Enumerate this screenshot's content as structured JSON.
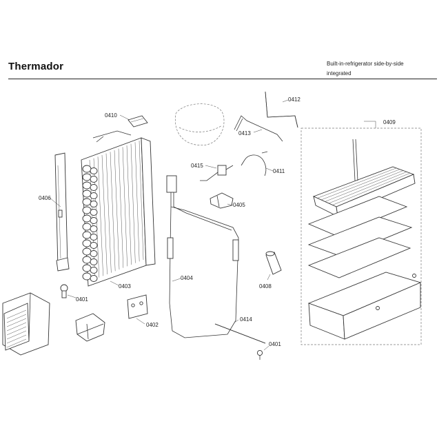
{
  "header": {
    "brand": "Thermador",
    "description_line1": "Built-in-refrigerator side-by-side",
    "description_line2": "integrated"
  },
  "callouts": {
    "c0410": "0410",
    "c0412": "0412",
    "c0409": "0409",
    "c0413": "0413",
    "c0415": "0415",
    "c0411": "0411",
    "c0406": "0406",
    "c0405": "0405",
    "c0404": "0404",
    "c0408": "0408",
    "c0403": "0403",
    "c0401a": "0401",
    "c0402": "0402",
    "c0414": "0414",
    "c0401b": "0401"
  }
}
